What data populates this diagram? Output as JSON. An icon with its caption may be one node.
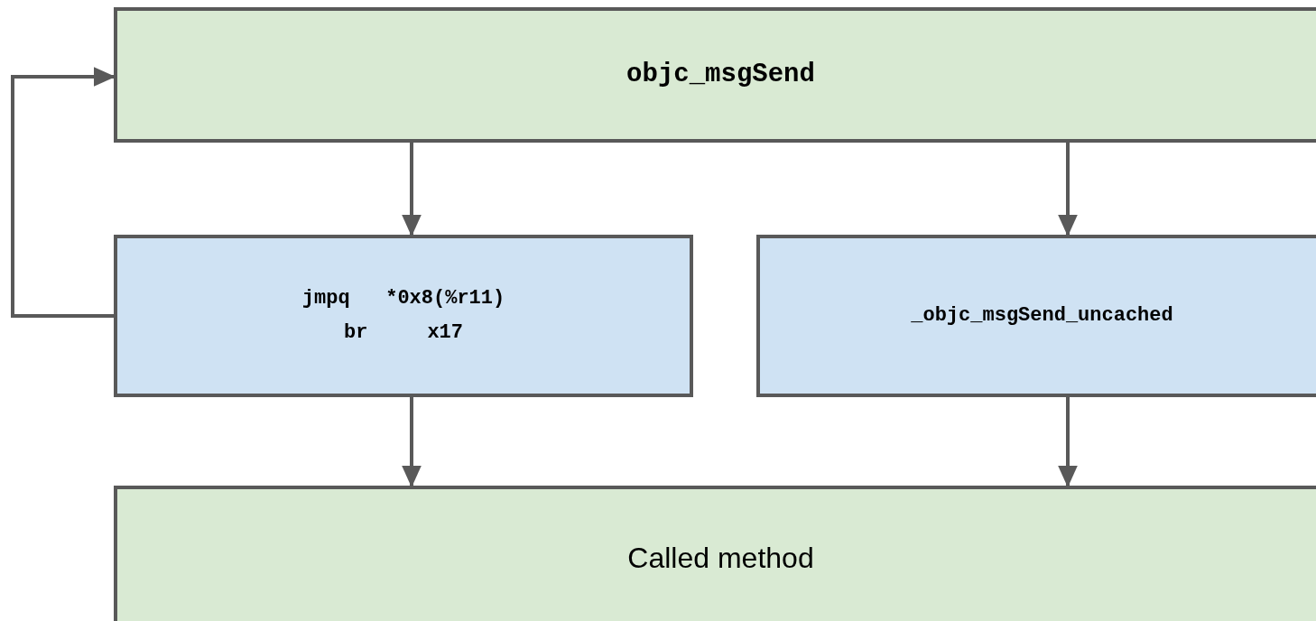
{
  "diagram": {
    "nodes": [
      {
        "text": [
          "objc_msgSend"
        ]
      },
      {
        "text": [
          "jmpq   *0x8(%r11)",
          "br     x17"
        ]
      },
      {
        "text": [
          "_objc_msgSend_uncached"
        ]
      },
      {
        "text": [
          "Called method"
        ]
      }
    ],
    "edges": [
      {
        "from": 0,
        "to": 1,
        "arrow": "to"
      },
      {
        "from": 0,
        "to": 2,
        "arrow": "to"
      },
      {
        "from": 1,
        "to": 3,
        "arrow": "to"
      },
      {
        "from": 2,
        "to": 3,
        "arrow": "to"
      },
      {
        "from": 1,
        "to": 0,
        "arrow": "to"
      }
    ]
  }
}
